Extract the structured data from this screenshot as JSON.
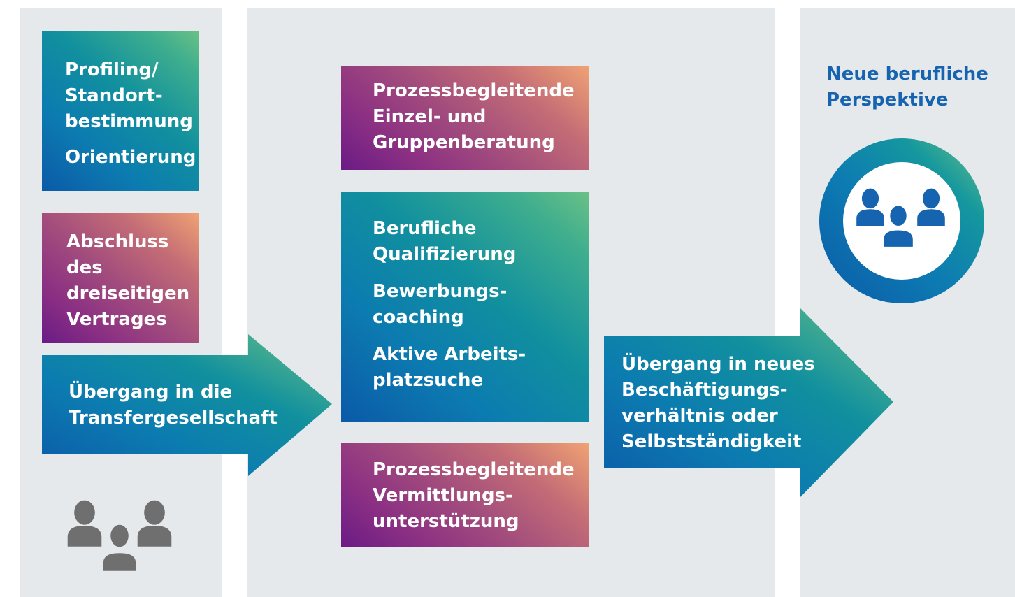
{
  "boxes": {
    "profiling": {
      "line1": "Profiling/",
      "line2": "Standort-",
      "line3": "bestimmung",
      "line4": "Orientierung"
    },
    "abschluss": {
      "line1": "Abschluss",
      "line2": "des",
      "line3": "dreiseitigen",
      "line4": "Vertrages"
    },
    "beratung": {
      "line1": "Prozessbegleitende",
      "line2": "Einzel- und",
      "line3": "Gruppenberatung"
    },
    "qualifizierung": {
      "line1": "Berufliche",
      "line2": "Qualifizierung",
      "line3": "Bewerbungs-",
      "line4": "coaching",
      "line5": "Aktive Arbeits-",
      "line6": "platzsuche"
    },
    "vermittlung": {
      "line1": "Prozessbegleitende",
      "line2": "Vermittlungs-",
      "line3": "unterstützung"
    }
  },
  "arrows": {
    "transfer": {
      "line1": "Übergang in die",
      "line2": "Transfergesellschaft"
    },
    "new_job": {
      "line1": "Übergang in neues",
      "line2": "Beschäftigungs-",
      "line3": "verhältnis oder",
      "line4": "Selbstständigkeit"
    }
  },
  "perspective": {
    "line1": "Neue berufliche",
    "line2": "Perspektive"
  },
  "icons": {
    "left_group": "people-group-icon",
    "right_group": "people-group-ring-icon"
  },
  "colors": {
    "column_bg": "#e5e9ec",
    "perspective_text": "#1664af",
    "people_grey": "#6f6f6f",
    "people_blue": "#1664af"
  }
}
